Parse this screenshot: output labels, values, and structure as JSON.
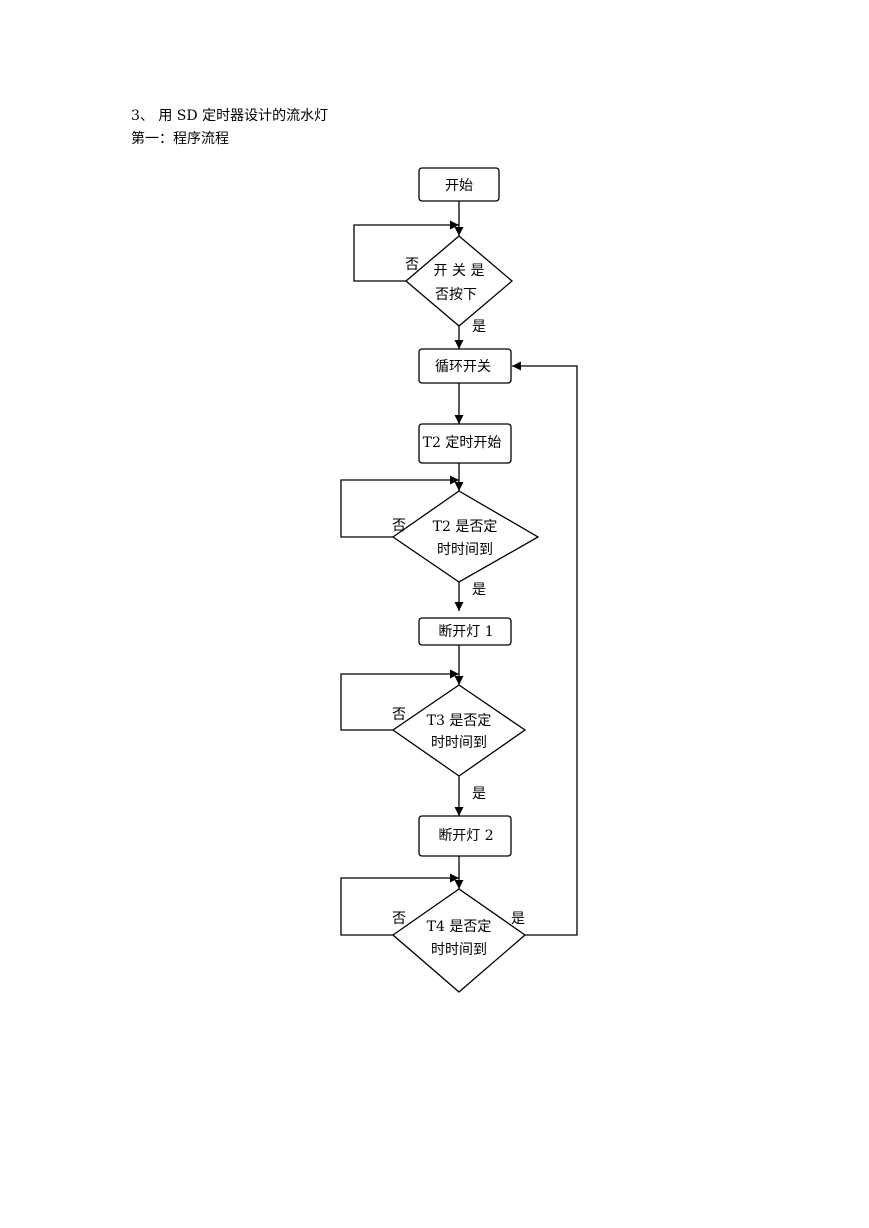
{
  "document": {
    "heading": "3、 用 SD 定时器设计的流水灯",
    "subheading": "第一：程序流程"
  },
  "flowchart": {
    "start": "开始",
    "switch_check": [
      "开 关 是",
      "否按下"
    ],
    "loop_switch": "循环开关",
    "t2_start": "T2 定时开始",
    "t2_check": [
      "T2 是否定",
      "时时间到"
    ],
    "light1_off": "断开灯 1",
    "t3_check": [
      "T3 是否定",
      "时时间到"
    ],
    "light2_off": "断开灯 2",
    "t4_check": [
      "T4 是否定",
      "时时间到"
    ],
    "yes_label": "是",
    "no_label": "否"
  }
}
